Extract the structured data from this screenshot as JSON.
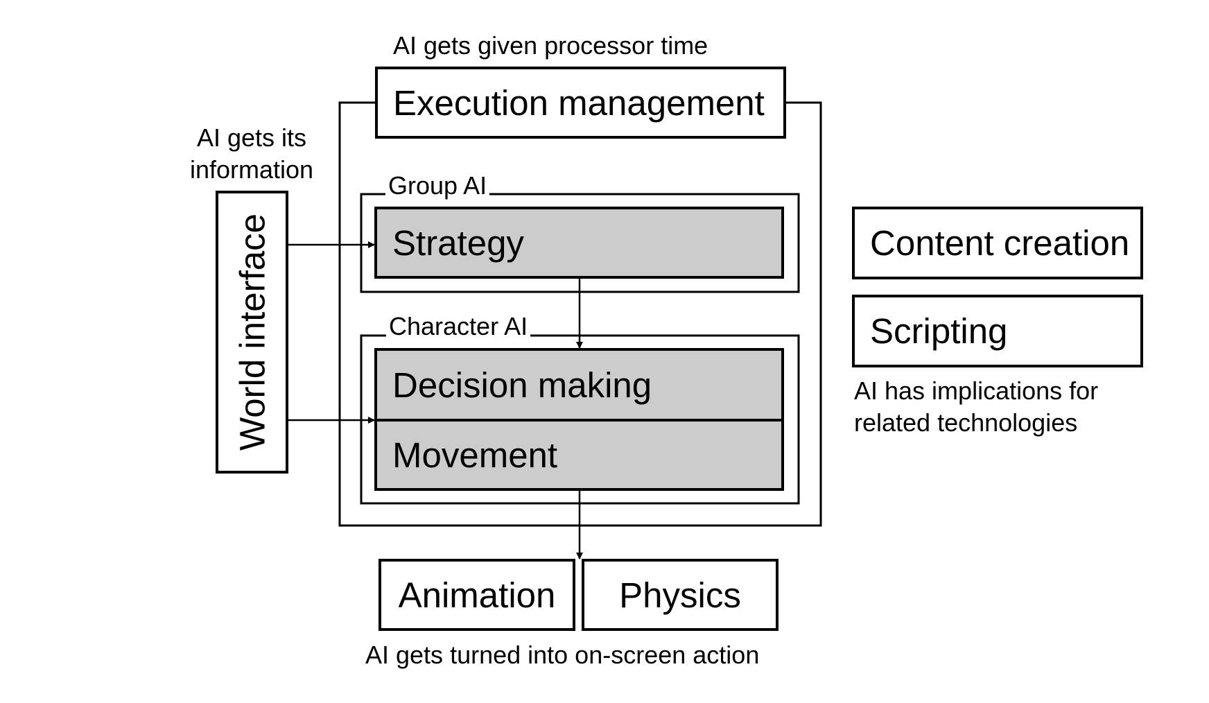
{
  "notes": {
    "processor_time": "AI gets given processor time",
    "information_line1": "AI gets its",
    "information_line2": "information",
    "implications_line1": "AI has implications for",
    "implications_line2": "related technologies",
    "on_screen_action": "AI gets turned into on-screen action"
  },
  "boxes": {
    "execution_management": "Execution management",
    "world_interface": "World interface",
    "strategy": "Strategy",
    "decision_making": "Decision making",
    "movement": "Movement",
    "animation": "Animation",
    "physics": "Physics",
    "content_creation": "Content creation",
    "scripting": "Scripting"
  },
  "groups": {
    "group_ai": "Group AI",
    "character_ai": "Character AI"
  },
  "colors": {
    "line": "#000000",
    "box_fill": "#ffffff",
    "ai_module_fill": "#cccccc"
  }
}
